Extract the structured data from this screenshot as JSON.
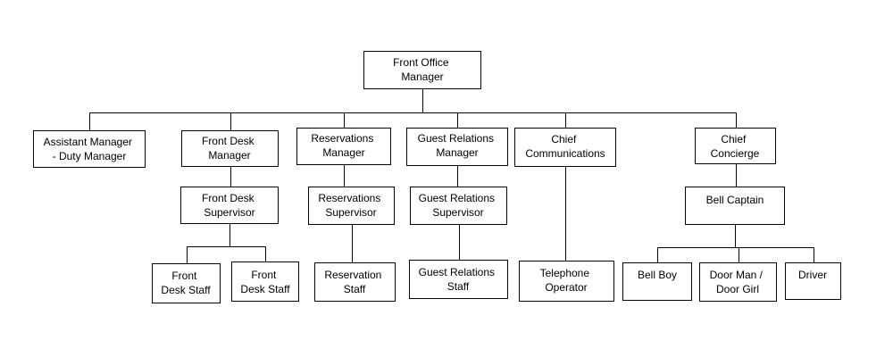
{
  "colors": {
    "box_fill": "#ffffff",
    "box_stroke": "#000000",
    "text": "#000000"
  },
  "nodes": {
    "front_office_manager": {
      "lines": [
        "Front Office",
        "Manager"
      ]
    },
    "assistant_manager": {
      "lines": [
        "Assistant Manager",
        "- Duty Manager"
      ]
    },
    "front_desk_manager": {
      "lines": [
        "Front Desk",
        "Manager"
      ]
    },
    "reservations_manager": {
      "lines": [
        "Reservations",
        "Manager"
      ]
    },
    "guest_relations_manager": {
      "lines": [
        "Guest Relations",
        "Manager"
      ]
    },
    "chief_communications": {
      "lines": [
        "Chief",
        "Communications"
      ]
    },
    "chief_concierge": {
      "lines": [
        "Chief",
        "Concierge"
      ]
    },
    "front_desk_supervisor": {
      "lines": [
        "Front Desk",
        "Supervisor"
      ]
    },
    "reservations_supervisor": {
      "lines": [
        "Reservations",
        "Supervisor"
      ]
    },
    "guest_relations_supervisor": {
      "lines": [
        "Guest Relations",
        "Supervisor"
      ]
    },
    "bell_captain": {
      "lines": [
        "Bell Captain"
      ]
    },
    "front_desk_staff_1": {
      "lines": [
        "Front",
        "Desk Staff"
      ]
    },
    "front_desk_staff_2": {
      "lines": [
        "Front",
        "Desk Staff"
      ]
    },
    "reservation_staff": {
      "lines": [
        "Reservation",
        "Staff"
      ]
    },
    "guest_relations_staff": {
      "lines": [
        "Guest Relations",
        "Staff"
      ]
    },
    "telephone_operator": {
      "lines": [
        "Telephone",
        "Operator"
      ]
    },
    "bell_boy": {
      "lines": [
        "Bell Boy"
      ]
    },
    "door_man": {
      "lines": [
        "Door Man /",
        "Door Girl"
      ]
    },
    "driver": {
      "lines": [
        "Driver"
      ]
    }
  },
  "edges": [
    [
      "front_office_manager",
      "assistant_manager"
    ],
    [
      "front_office_manager",
      "front_desk_manager"
    ],
    [
      "front_office_manager",
      "reservations_manager"
    ],
    [
      "front_office_manager",
      "guest_relations_manager"
    ],
    [
      "front_office_manager",
      "chief_communications"
    ],
    [
      "front_office_manager",
      "chief_concierge"
    ],
    [
      "front_desk_manager",
      "front_desk_supervisor"
    ],
    [
      "reservations_manager",
      "reservations_supervisor"
    ],
    [
      "guest_relations_manager",
      "guest_relations_supervisor"
    ],
    [
      "chief_concierge",
      "bell_captain"
    ],
    [
      "front_desk_supervisor",
      "front_desk_staff_1"
    ],
    [
      "front_desk_supervisor",
      "front_desk_staff_2"
    ],
    [
      "reservations_supervisor",
      "reservation_staff"
    ],
    [
      "guest_relations_supervisor",
      "guest_relations_staff"
    ],
    [
      "chief_communications",
      "telephone_operator"
    ],
    [
      "bell_captain",
      "bell_boy"
    ],
    [
      "bell_captain",
      "door_man"
    ],
    [
      "bell_captain",
      "driver"
    ]
  ]
}
